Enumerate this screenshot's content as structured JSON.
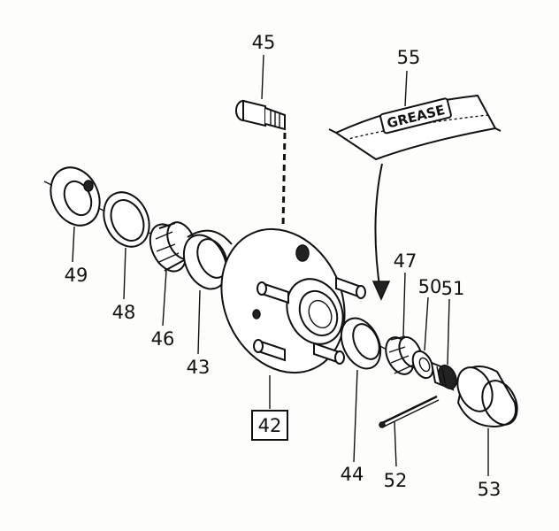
{
  "diagram": {
    "labels": {
      "p42": "42",
      "p43": "43",
      "p44": "44",
      "p45": "45",
      "p46": "46",
      "p47": "47",
      "p48": "48",
      "p49": "49",
      "p50": "50",
      "p51": "51",
      "p52": "52",
      "p53": "53",
      "p55": "55"
    },
    "packet_text": "GREASE"
  }
}
